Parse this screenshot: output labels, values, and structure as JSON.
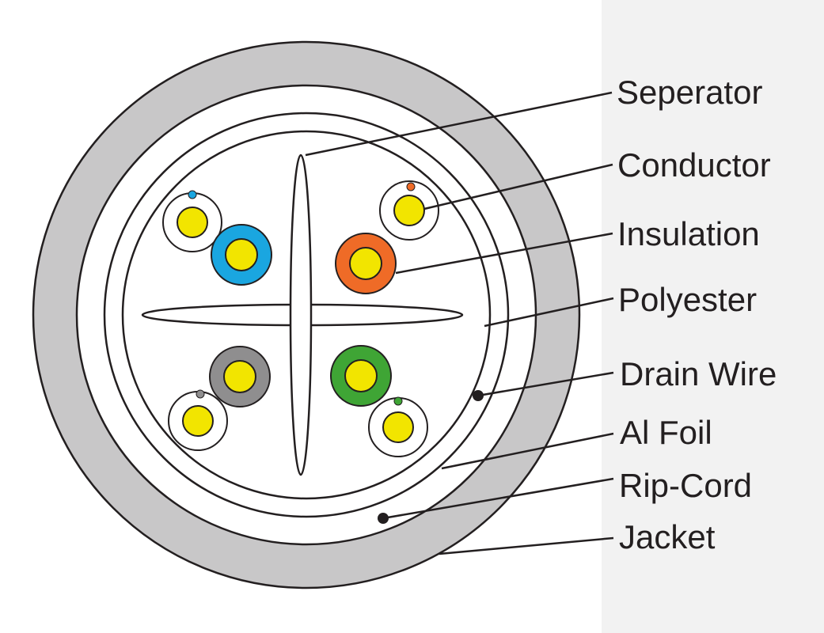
{
  "colors": {
    "jacket": "#c8c7c8",
    "outline": "#231f20",
    "conductor": "#f2e500",
    "blue": "#1aa6e0",
    "orange": "#ef6b27",
    "gray": "#8f8e8f",
    "green": "#3fa535",
    "background_tint": "#f2f2f2"
  },
  "pairs": [
    {
      "name": "blue",
      "color": "#1aa6e0",
      "stripe_color": "#1aa6e0"
    },
    {
      "name": "orange",
      "color": "#ef6b27",
      "stripe_color": "#ef6b27"
    },
    {
      "name": "gray",
      "color": "#8f8e8f",
      "stripe_color": "#8f8e8f"
    },
    {
      "name": "green",
      "color": "#3fa535",
      "stripe_color": "#3fa535"
    }
  ],
  "labels": [
    {
      "key": "seperator",
      "text": "Seperator"
    },
    {
      "key": "conductor",
      "text": "Conductor"
    },
    {
      "key": "insulation",
      "text": "Insulation"
    },
    {
      "key": "polyester",
      "text": "Polyester"
    },
    {
      "key": "drain-wire",
      "text": "Drain Wire"
    },
    {
      "key": "al-foil",
      "text": "Al Foil"
    },
    {
      "key": "rip-cord",
      "text": "Rip-Cord"
    },
    {
      "key": "jacket",
      "text": "Jacket"
    }
  ]
}
